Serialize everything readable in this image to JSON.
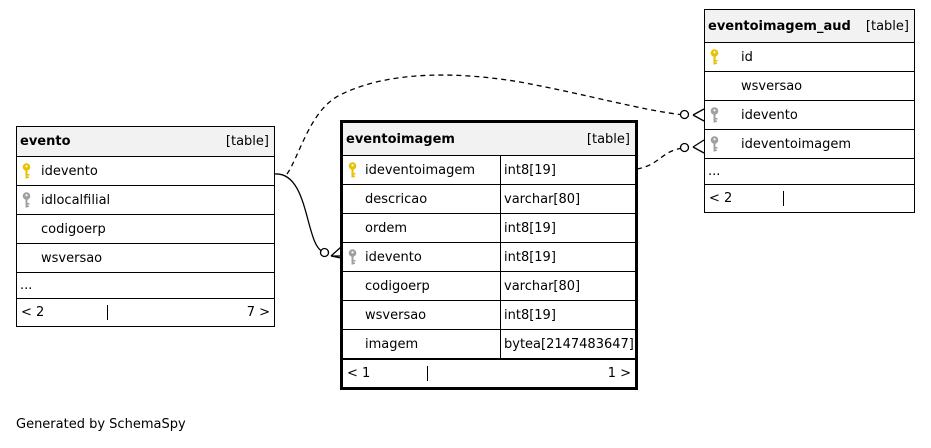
{
  "tables": {
    "evento": {
      "name": "evento",
      "kind": "[table]",
      "columns": [
        {
          "name": "idevento",
          "key": "primary-key-icon"
        },
        {
          "name": "idlocalfilial",
          "key": "foreign-key-icon"
        },
        {
          "name": "codigoerp",
          "key": ""
        },
        {
          "name": "wsversao",
          "key": ""
        }
      ],
      "more": "...",
      "nav_left": "< 2",
      "nav_right": "7 >"
    },
    "eventoimagem": {
      "name": "eventoimagem",
      "kind": "[table]",
      "columns": [
        {
          "name": "ideventoimagem",
          "type": "int8[19]",
          "key": "primary-key-icon"
        },
        {
          "name": "descricao",
          "type": "varchar[80]",
          "key": ""
        },
        {
          "name": "ordem",
          "type": "int8[19]",
          "key": ""
        },
        {
          "name": "idevento",
          "type": "int8[19]",
          "key": "foreign-key-icon"
        },
        {
          "name": "codigoerp",
          "type": "varchar[80]",
          "key": ""
        },
        {
          "name": "wsversao",
          "type": "int8[19]",
          "key": ""
        },
        {
          "name": "imagem",
          "type": "bytea[2147483647]",
          "key": ""
        }
      ],
      "nav_left": "< 1",
      "nav_right": "1 >"
    },
    "eventoimagem_aud": {
      "name": "eventoimagem_aud",
      "kind": "[table]",
      "columns": [
        {
          "name": "id",
          "key": "primary-key-icon"
        },
        {
          "name": "wsversao",
          "key": ""
        },
        {
          "name": "idevento",
          "key": "foreign-key-icon"
        },
        {
          "name": "ideventoimagem",
          "key": "foreign-key-icon"
        }
      ],
      "more": "...",
      "nav_left": "< 2"
    }
  },
  "colors": {
    "primary_key": "#e6c200",
    "foreign_key": "#a0a0a0",
    "header_bg": "#f2f2f2"
  },
  "footer": "Generated by SchemaSpy"
}
